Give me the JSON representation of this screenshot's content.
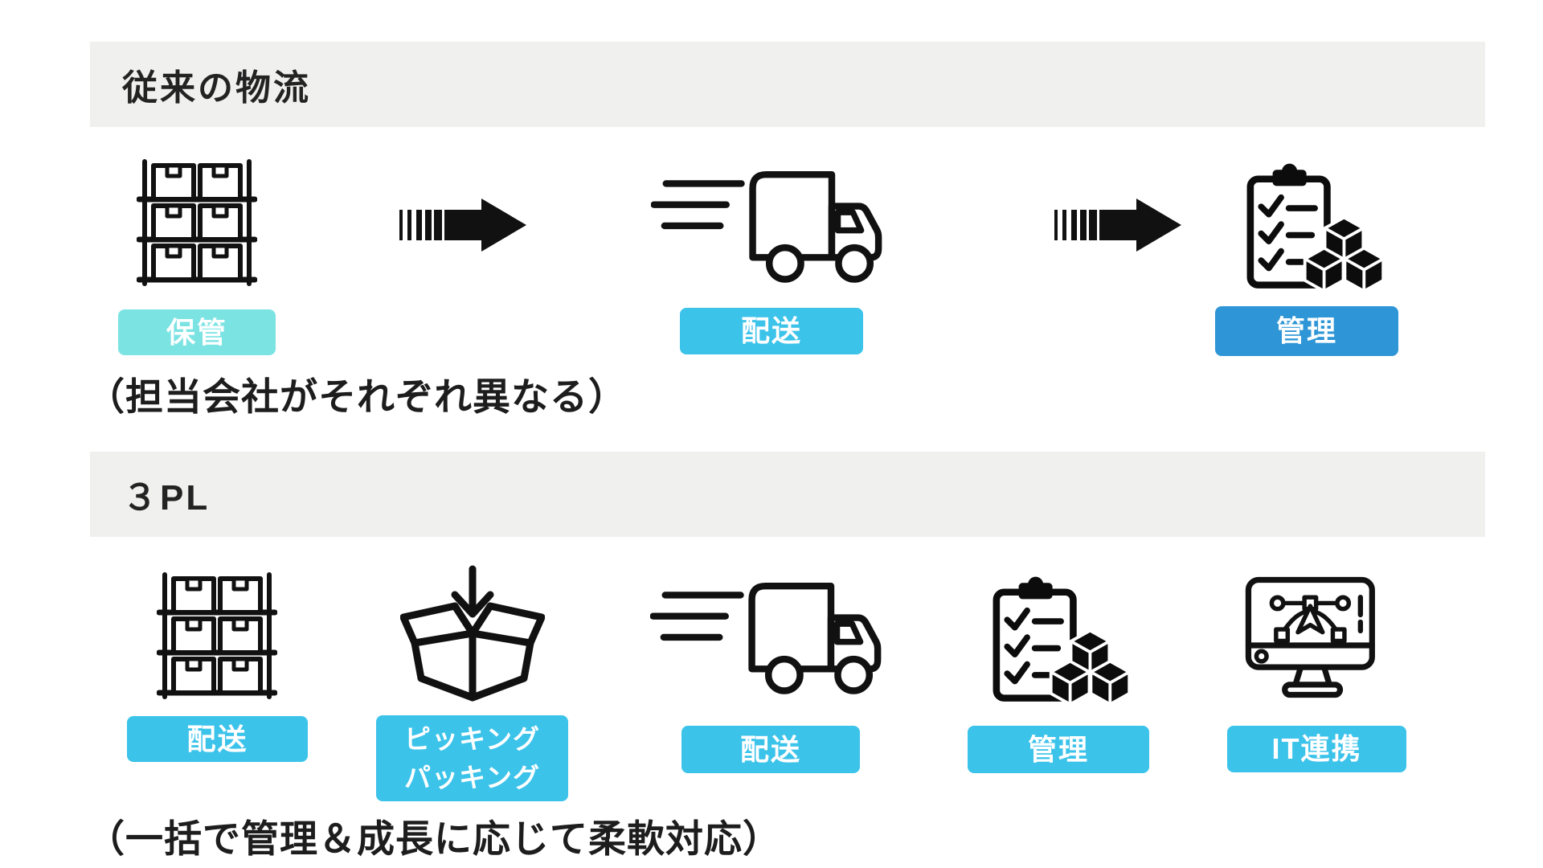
{
  "colors": {
    "section_bar_bg": "#F0F0EE",
    "label_teal": "#7CE3E3",
    "label_cyan": "#3CC3EA",
    "label_blue": "#2E96D6",
    "label_text": "#FFFFFF",
    "text_ink": "#1D1D1D",
    "icon_ink": "#111111"
  },
  "section_traditional": {
    "header": "従来の物流",
    "caption": "（担当会社がそれぞれ異なる）",
    "steps": [
      {
        "icon": "warehouse-shelf-icon",
        "label": "保管",
        "label_color": "label_teal"
      },
      {
        "icon": "delivery-truck-icon",
        "label": "配送",
        "label_color": "label_cyan"
      },
      {
        "icon": "clipboard-inventory-icon",
        "label": "管理",
        "label_color": "label_blue"
      }
    ],
    "arrow_icon": "flow-arrow-icon"
  },
  "section_3pl": {
    "header": "３PL",
    "caption": "（一括で管理＆成長に応じて柔軟対応）",
    "steps": [
      {
        "icon": "warehouse-shelf-icon",
        "label": "配送",
        "label_color": "label_cyan"
      },
      {
        "icon": "open-box-packing-icon",
        "label": "ピッキング",
        "label_line2": "パッキング",
        "label_color": "label_cyan"
      },
      {
        "icon": "delivery-truck-icon",
        "label": "配送",
        "label_color": "label_cyan"
      },
      {
        "icon": "clipboard-inventory-icon",
        "label": "管理",
        "label_color": "label_cyan"
      },
      {
        "icon": "it-monitor-icon",
        "label": "IT連携",
        "label_color": "label_cyan"
      }
    ]
  }
}
